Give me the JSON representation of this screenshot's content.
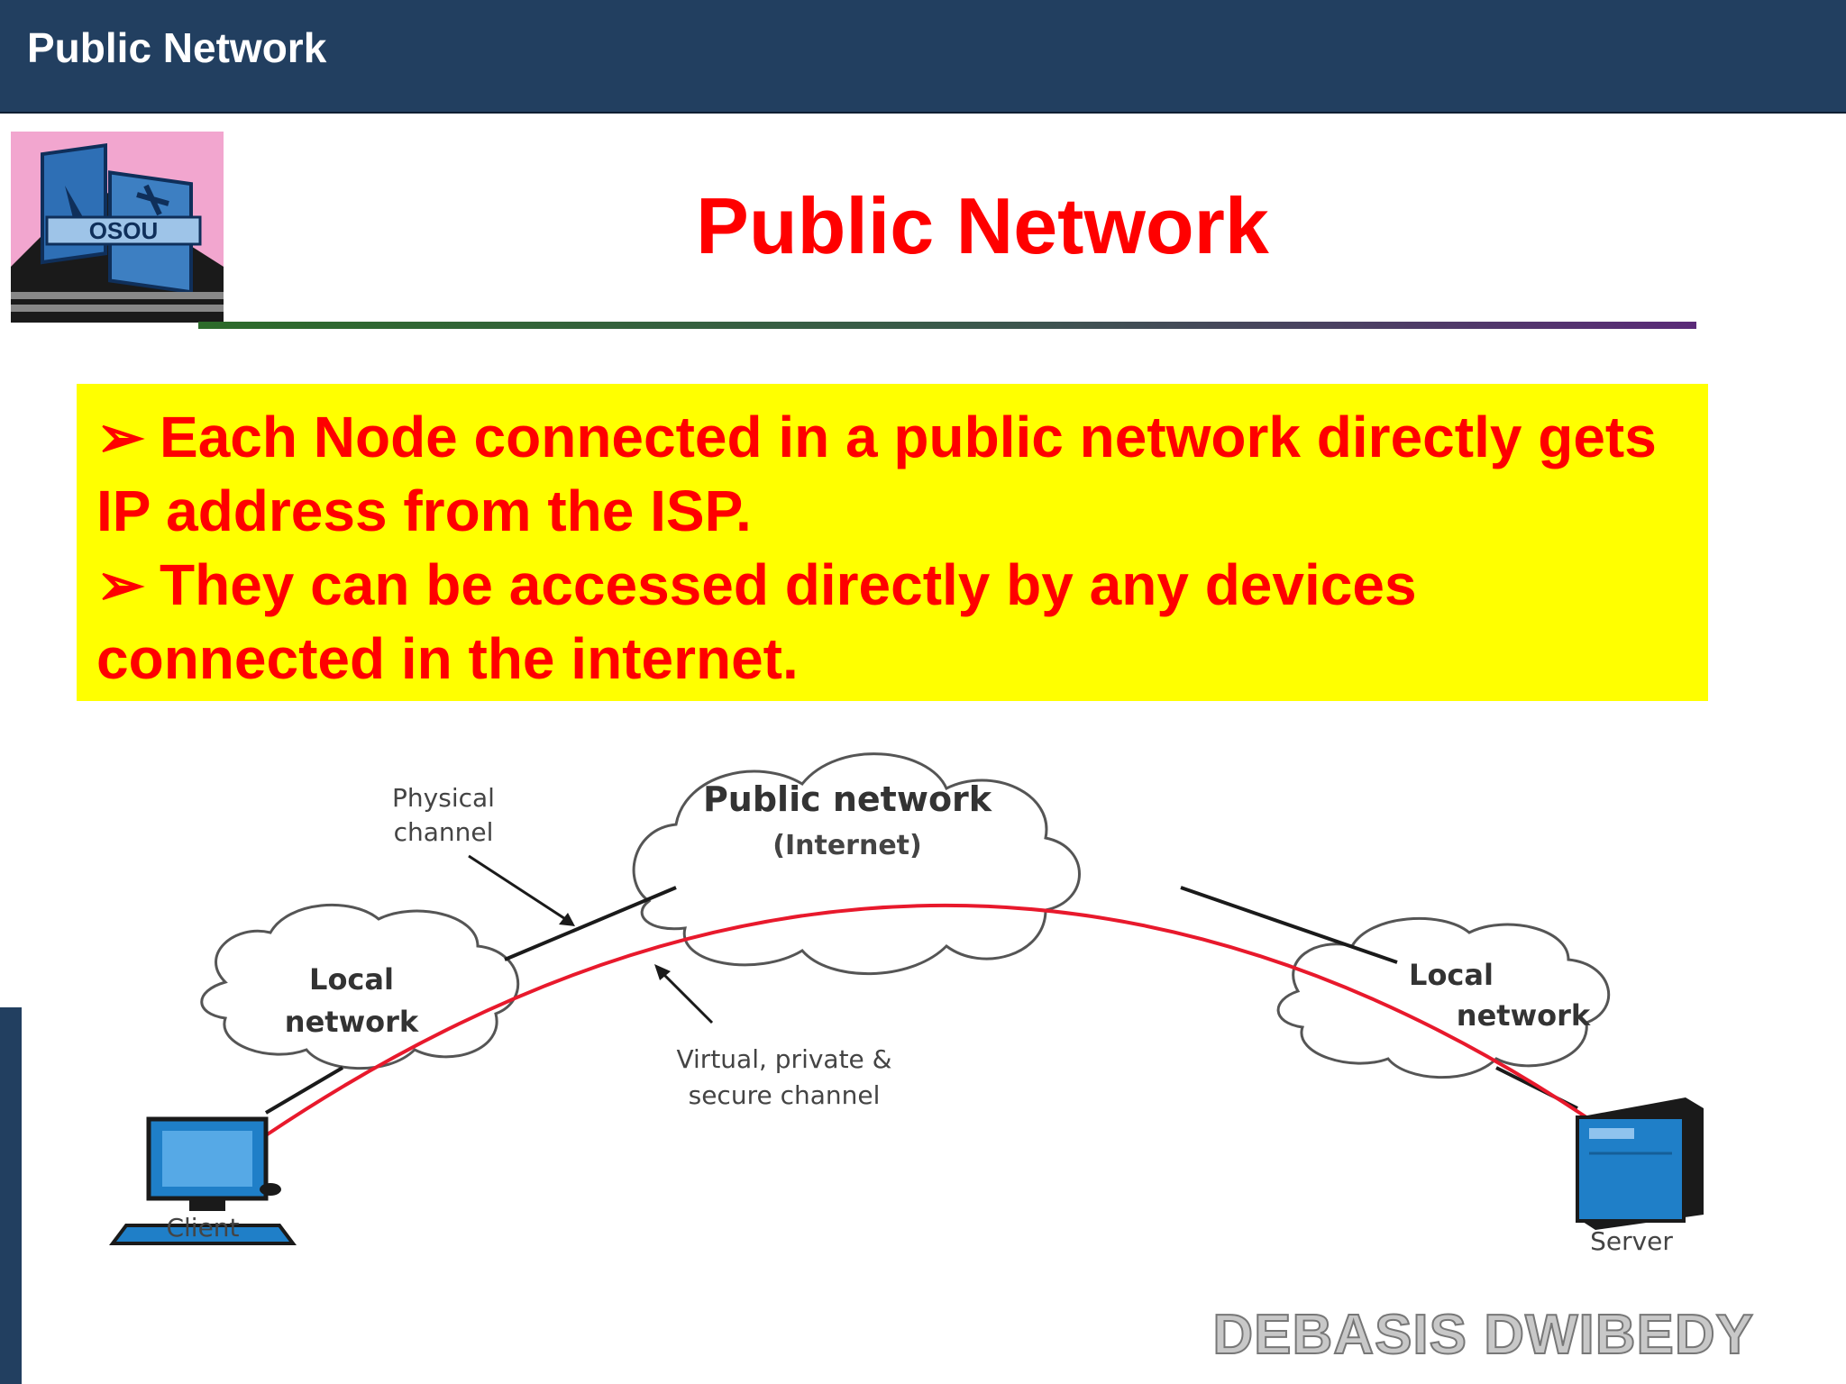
{
  "slide": {
    "header_title": "Public Network",
    "title": "Public Network",
    "bullets": [
      "Each Node connected in a public network directly gets IP address from the ISP.",
      "They can be accessed directly by any devices connected in the internet."
    ],
    "author": "DEBASIS DWIBEDY"
  },
  "logo": {
    "text": "OSOU"
  },
  "diagram": {
    "cloud_public_line1": "Public network",
    "cloud_public_line2": "(Internet)",
    "physical_line1": "Physical",
    "physical_line2": "channel",
    "local_left_line1": "Local",
    "local_left_line2": "network",
    "local_right_line1": "Local",
    "local_right_line2": "network",
    "virtual_line1": "Virtual, private &",
    "virtual_line2": "secure channel",
    "client_label": "Client",
    "server_label": "Server"
  },
  "colors": {
    "header_bg": "#223f60",
    "title": "#ff0000",
    "callout_bg": "#ffff00",
    "secure_channel": "#e8192c",
    "device_blue": "#1f7fc8"
  }
}
